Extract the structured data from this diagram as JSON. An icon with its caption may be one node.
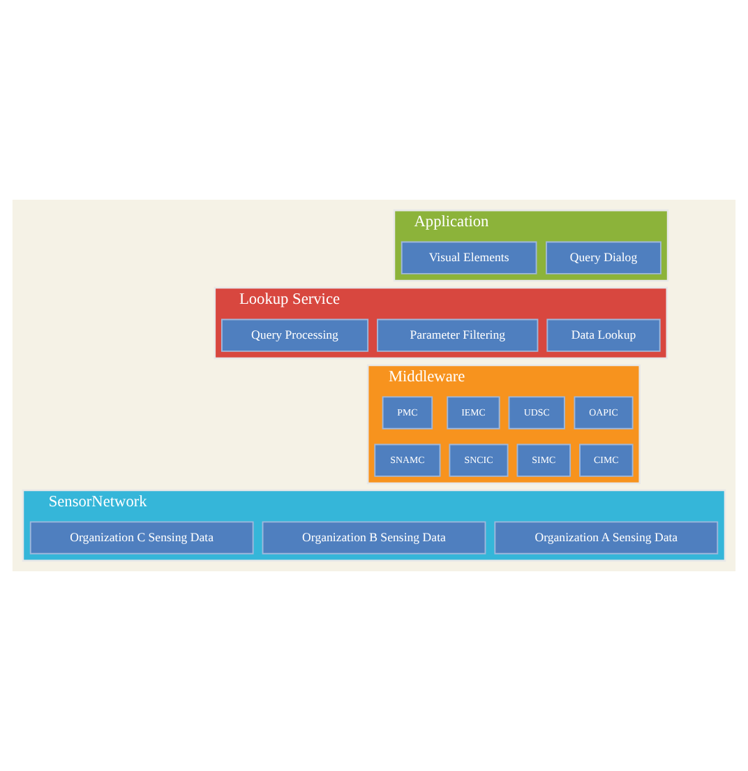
{
  "diagram": {
    "nodes": [
      {
        "text": [
          "Application"
        ]
      },
      {
        "text": [
          "Query Dialog"
        ],
        "in": 0
      },
      {
        "text": [
          "Visual Elements"
        ],
        "in": 0
      },
      {
        "text": [
          "Lookup Service"
        ]
      },
      {
        "text": [
          "Data Lookup"
        ],
        "in": 3
      },
      {
        "text": [
          "Parameter Filtering"
        ],
        "in": 3
      },
      {
        "text": [
          "Query Processing"
        ],
        "in": 3
      },
      {
        "text": [
          "Middleware"
        ]
      },
      {
        "text": [
          "OAPIC"
        ],
        "in": 7
      },
      {
        "text": [
          "UDSC"
        ],
        "in": 7
      },
      {
        "text": [
          "IEMC"
        ],
        "in": 7
      },
      {
        "text": [
          "PMC"
        ],
        "in": 7
      },
      {
        "text": [
          "CIMC"
        ],
        "in": 7
      },
      {
        "text": [
          "SIMC"
        ],
        "in": 7
      },
      {
        "text": [
          "SNCIC"
        ],
        "in": 7
      },
      {
        "text": [
          "SNAMC"
        ],
        "in": 7
      },
      {
        "text": [
          "SensorNetwork"
        ]
      },
      {
        "text": [
          "Organization A Sensing Data"
        ],
        "in": 16
      },
      {
        "text": [
          "Organization B Sensing Data"
        ],
        "in": 16
      },
      {
        "text": [
          "Organization C Sensing Data"
        ],
        "in": 16
      }
    ]
  }
}
